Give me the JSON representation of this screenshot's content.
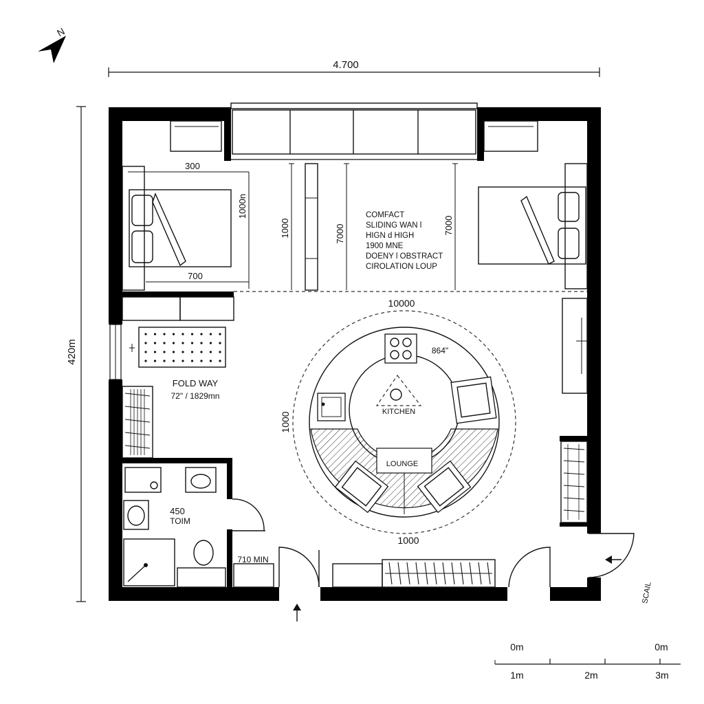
{
  "dimensions": {
    "overall_width": "4.700",
    "overall_height": "420m",
    "bed_left_width": "300",
    "bed_left_length": "1000n",
    "bed_left_depth": "700",
    "wall_height_left": "1000",
    "wall_height_mid": "7000",
    "wall_height_right": "7000",
    "circle_top": "10000",
    "circle_left": "1000",
    "circle_bottom": "1000",
    "stove_note": "864\"",
    "fold_way_size": "72\" / 1829mn",
    "bath_size": "450",
    "corridor_min": "710 MIN"
  },
  "notes": {
    "sliding_wall": [
      "COMFACT",
      "SLIDING WAN l",
      "HIGN d HIGH",
      "1900 MNE",
      "DOENY l OBSTRACT",
      "CIROLATION LOUP"
    ]
  },
  "rooms": {
    "kitchen": "KITCHEN",
    "lounge": "LOUNGE",
    "fold_way": "FOLD WAY",
    "toilet": "TOIM"
  },
  "scale_bar": {
    "top_left": "0m",
    "top_right": "0m",
    "ticks": [
      "1m",
      "2m",
      "3m"
    ]
  },
  "corner_label": "SCAIL",
  "north_label": "N"
}
